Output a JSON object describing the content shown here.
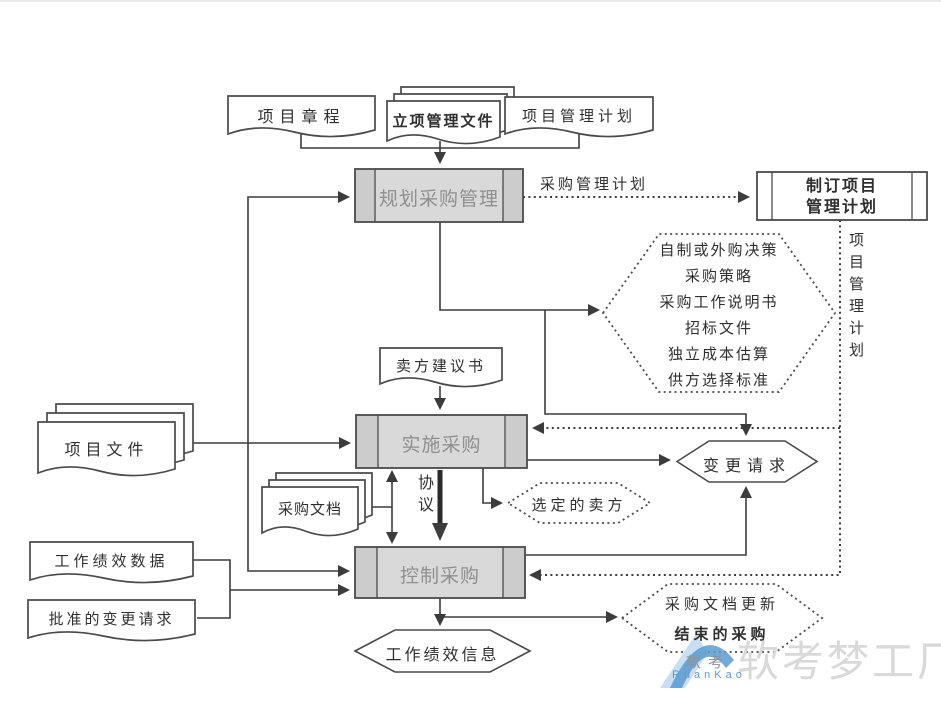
{
  "nodes": {
    "project_charter": "项目章程",
    "initiation_management_documents": "立项管理文件",
    "project_management_plan_doc": "项目管理计划",
    "plan_procurement_management": "规划采购管理",
    "develop_pm_plan_line1": "制订项目",
    "develop_pm_plan_line2": "管理计划",
    "seller_proposals": "卖方建议书",
    "conduct_procurements": "实施采购",
    "project_documents": "项目文件",
    "procurement_documents": "采购文档",
    "work_performance_data": "工作绩效数据",
    "approved_change_requests": "批准的变更请求",
    "control_procurements": "控制采购",
    "work_performance_information": "工作绩效信息",
    "change_requests": "变更请求",
    "selected_sellers": "选定的卖方",
    "procurement_documentation_updates": "采购文档更新",
    "closed_procurements": "结束的采购"
  },
  "plan_outputs_hexagon": {
    "items": [
      "自制或外购决策",
      "采购策略",
      "采购工作说明书",
      "招标文件",
      "独立成本估算",
      "供方选择标准"
    ]
  },
  "edge_labels": {
    "procurement_management_plan": "采购管理计划",
    "project_management_plan_vertical": "项目管理计划",
    "agreements": "协议"
  },
  "watermark": {
    "brand_text": "软考梦工厂",
    "logo_text": "软考",
    "logo_subtext": "RuanKao"
  },
  "colors": {
    "connector": "#3c3c3c",
    "process_fill": "#d9d9d9",
    "process_side_strip": "#cccccc",
    "process_text": "#8f8f8f",
    "watermark_gray": "#d9d9d9",
    "watermark_blue": "#5b9bd1"
  }
}
